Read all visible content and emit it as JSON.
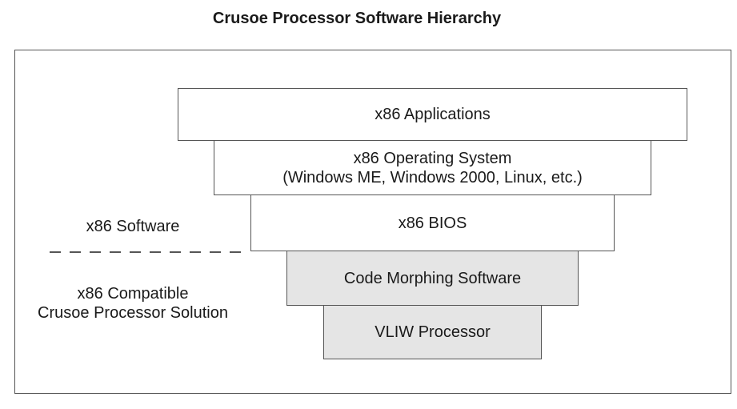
{
  "title": "Crusoe Processor Software Hierarchy",
  "layers": [
    {
      "label": "x86 Applications"
    },
    {
      "label_line1": "x86 Operating System",
      "label_line2": "(Windows ME, Windows 2000, Linux, etc.)"
    },
    {
      "label": "x86 BIOS"
    },
    {
      "label": "Code Morphing Software"
    },
    {
      "label": "VLIW Processor"
    }
  ],
  "side_labels": {
    "software": "x86 Software",
    "compatible_line1": "x86 Compatible",
    "compatible_line2": "Crusoe Processor Solution"
  },
  "colors": {
    "software_layer_fill": "#ffffff",
    "hardware_layer_fill": "#e5e5e5",
    "border": "#555555"
  }
}
